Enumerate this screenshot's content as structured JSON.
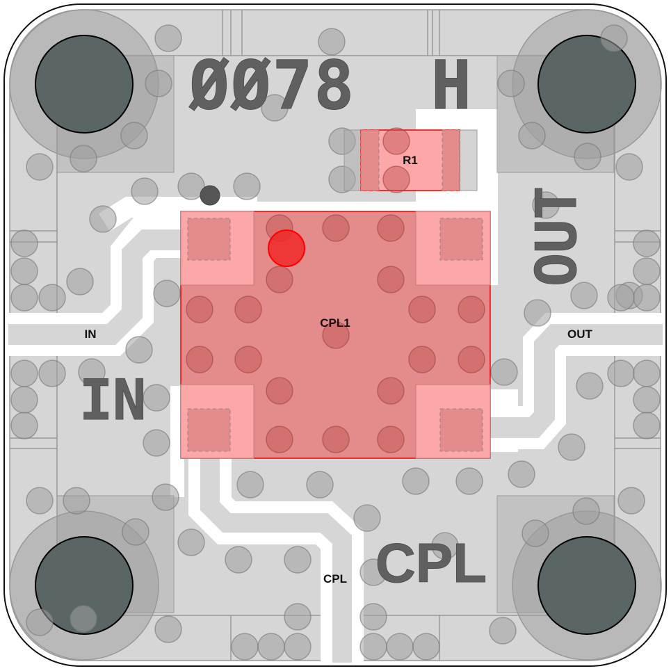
{
  "board": {
    "silkscreen": {
      "part_number": "ØØ78",
      "revision": "H",
      "port_in": "IN",
      "port_out": "OUT",
      "port_cpl": "CPL"
    },
    "net_labels": {
      "in": "IN",
      "out": "OUT",
      "cpl": "CPL"
    },
    "components": [
      {
        "ref": "R1"
      },
      {
        "ref": "CPL1"
      }
    ]
  },
  "colors": {
    "copper": "#d6d6d6",
    "component": "#e48b8b",
    "component_pad": "#fda8a8",
    "pin1_marker": "#f03c3c",
    "mount_hole": "#5a6565",
    "silk": "#606060"
  }
}
